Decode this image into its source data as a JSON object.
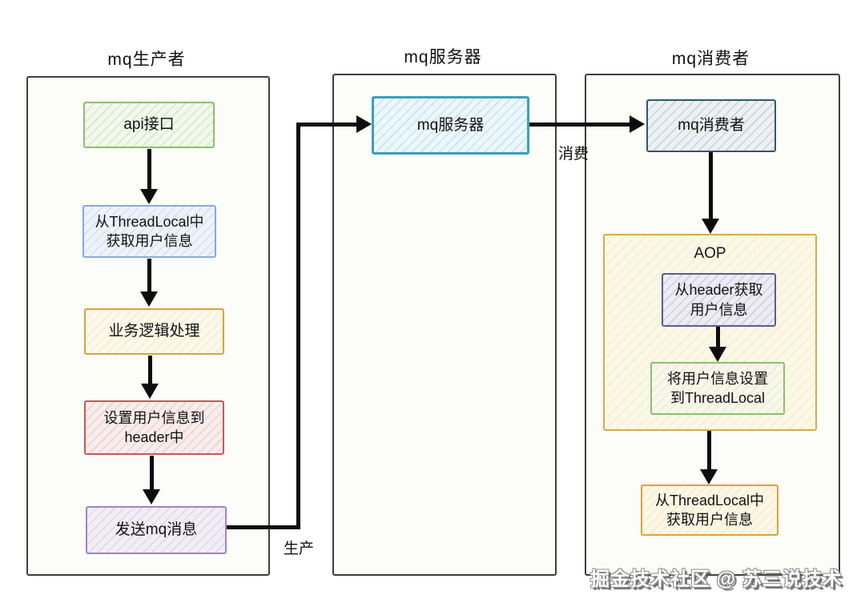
{
  "lanes": {
    "producer": {
      "title": "mq生产者",
      "nodes": {
        "api": {
          "label": "api接口",
          "border": "#8fbc74"
        },
        "get_threadlocal": {
          "label": "从ThreadLocal中\n获取用户信息",
          "border": "#8ca8d8"
        },
        "business_logic": {
          "label": "业务逻辑处理",
          "border": "#d9a33a"
        },
        "set_header": {
          "label": "设置用户信息到\nheader中",
          "border": "#c05b58"
        },
        "send_mq": {
          "label": "发送mq消息",
          "border": "#9f85c0"
        }
      }
    },
    "server": {
      "title": "mq服务器",
      "nodes": {
        "mq_server": {
          "label": "mq服务器",
          "border": "#3d9fbc"
        }
      }
    },
    "consumer": {
      "title": "mq消费者",
      "nodes": {
        "mq_consumer": {
          "label": "mq消费者",
          "border": "#34576e"
        },
        "aop_group": {
          "label": "AOP",
          "border": "#d4ac4e"
        },
        "get_header": {
          "label": "从header获取\n用户信息",
          "border": "#5e5c8e"
        },
        "set_threadlocal": {
          "label": "将用户信息设置\n到ThreadLocal",
          "border": "#8cbf74"
        },
        "get_threadlocal": {
          "label": "从ThreadLocal中\n获取用户信息",
          "border": "#d9a33a"
        }
      }
    }
  },
  "edges": {
    "produce_label": "生产",
    "consume_label": "消费"
  },
  "watermark": {
    "text": "掘金技术社区 @ 苏三说技术"
  },
  "colors": {
    "arrow": "#0d0d0d",
    "lane_border": "#3f3f3f",
    "lane_fill": "#fcfcf9",
    "background": "#ffffff"
  }
}
